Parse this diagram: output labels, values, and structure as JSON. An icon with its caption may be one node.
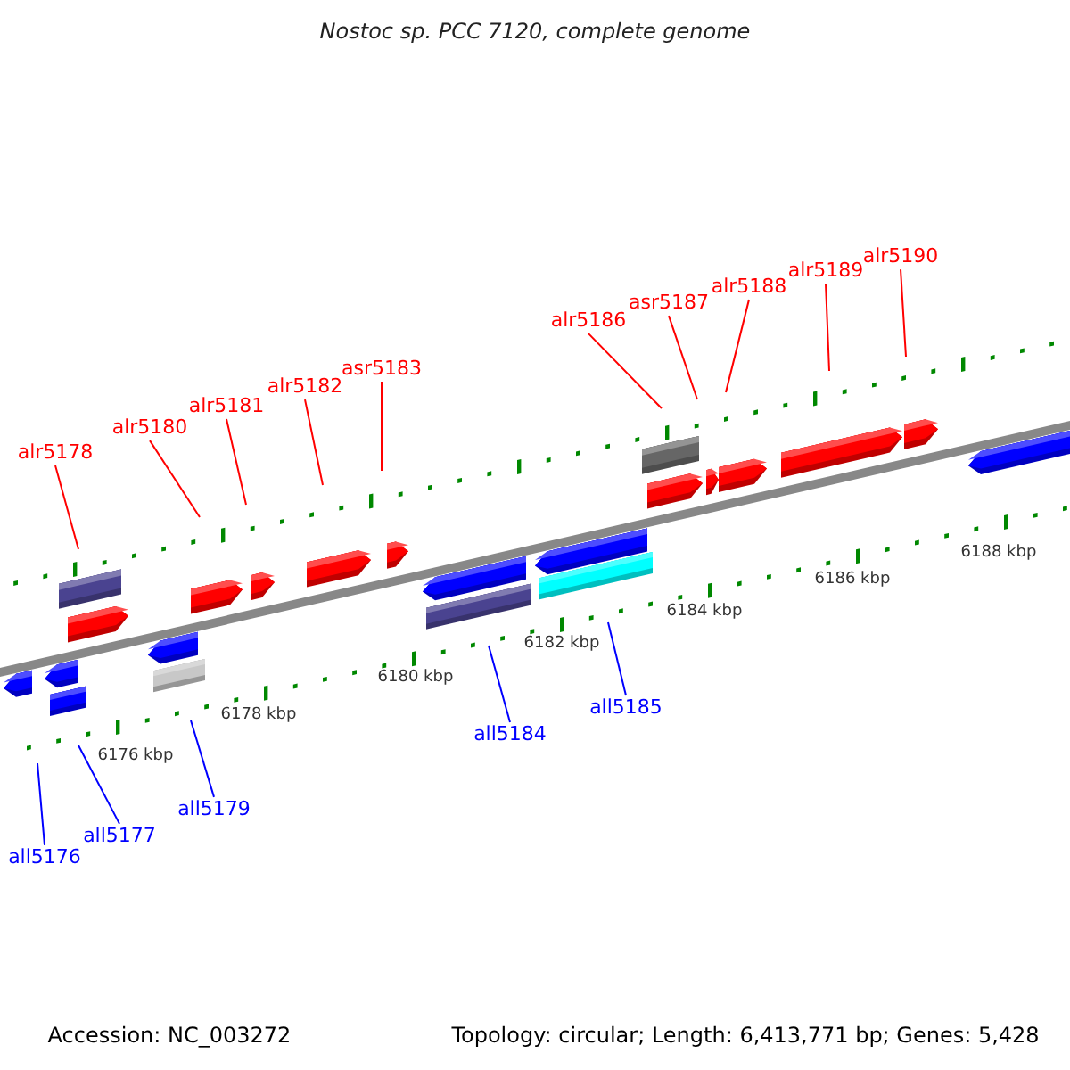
{
  "diagram": {
    "title": "Nostoc sp. PCC 7120, complete genome",
    "nodes": [
      {
        "text": [
          "alr5178"
        ]
      },
      {
        "text": [
          "alr5180"
        ]
      },
      {
        "text": [
          "alr5181"
        ]
      },
      {
        "text": [
          "alr5182"
        ]
      },
      {
        "text": [
          "asr5183"
        ]
      },
      {
        "text": [
          "alr5186"
        ]
      },
      {
        "text": [
          "asr5187"
        ]
      },
      {
        "text": [
          "alr5188"
        ]
      },
      {
        "text": [
          "alr5189"
        ]
      },
      {
        "text": [
          "alr5190"
        ]
      },
      {
        "text": [
          "all5176"
        ]
      },
      {
        "text": [
          "all5177"
        ]
      },
      {
        "text": [
          "all5179"
        ]
      },
      {
        "text": [
          "all5184"
        ]
      },
      {
        "text": [
          "all5185"
        ]
      }
    ],
    "edges": [
      {
        "from": 0,
        "to": null,
        "arrow": "none"
      },
      {
        "from": 1,
        "to": null,
        "arrow": "none"
      },
      {
        "from": 2,
        "to": null,
        "arrow": "none"
      },
      {
        "from": 3,
        "to": null,
        "arrow": "none"
      },
      {
        "from": 4,
        "to": null,
        "arrow": "none"
      },
      {
        "from": 5,
        "to": null,
        "arrow": "none"
      },
      {
        "from": 6,
        "to": null,
        "arrow": "none"
      },
      {
        "from": 7,
        "to": null,
        "arrow": "none"
      },
      {
        "from": 8,
        "to": null,
        "arrow": "none"
      },
      {
        "from": 9,
        "to": null,
        "arrow": "none"
      },
      {
        "from": 10,
        "to": null,
        "arrow": "none",
        "color": "#0000ff"
      },
      {
        "from": 11,
        "to": null,
        "arrow": "none",
        "color": "#0000ff"
      },
      {
        "from": 12,
        "to": null,
        "arrow": "none",
        "color": "#0000ff"
      },
      {
        "from": 13,
        "to": null,
        "arrow": "none",
        "color": "#0000ff"
      },
      {
        "from": 14,
        "to": null,
        "arrow": "none",
        "color": "#0000ff"
      }
    ],
    "labels": [
      "6176 kbp",
      "6178 kbp",
      "6180 kbp",
      "6182 kbp",
      "6184 kbp",
      "6186 kbp",
      "6188 kbp",
      "Accession: NC_003272",
      "Topology: circular; Length: 6,413,771 bp; Genes: 5,428"
    ]
  }
}
